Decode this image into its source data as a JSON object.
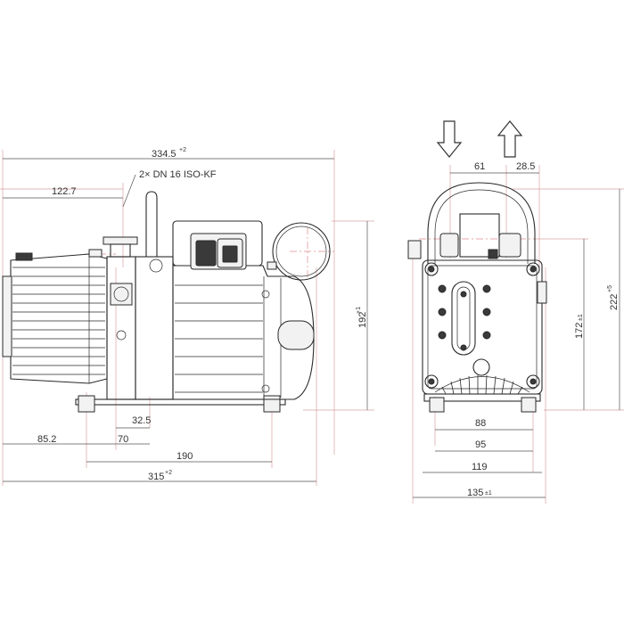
{
  "labels": {
    "overall_length": "334.5",
    "overall_length_tol": "+2",
    "port_note": "2× DN 16 ISO-KF",
    "port_offset": "122.7",
    "foot_offset_a": "32.5",
    "foot_offset_b": "70",
    "foot_offset_c": "85.2",
    "foot_span": "190",
    "base_length": "315",
    "base_length_tol": "+2",
    "height_front": "192",
    "height_front_tol": "+1",
    "port_spacing_a": "61",
    "port_spacing_b": "28.5",
    "height_side": "172",
    "height_side_tol": "±1",
    "height_total": "222",
    "height_total_tol": "+5",
    "width_a": "88",
    "width_b": "95",
    "width_c": "119",
    "width_total": "135",
    "width_total_tol": "±1"
  },
  "colors": {
    "outline": "#2a2a2a",
    "dimension": "#555555",
    "reference": "#e08a8a"
  },
  "icons": {
    "inlet_arrow": "arrow-down-icon",
    "outlet_arrow": "arrow-up-icon"
  }
}
